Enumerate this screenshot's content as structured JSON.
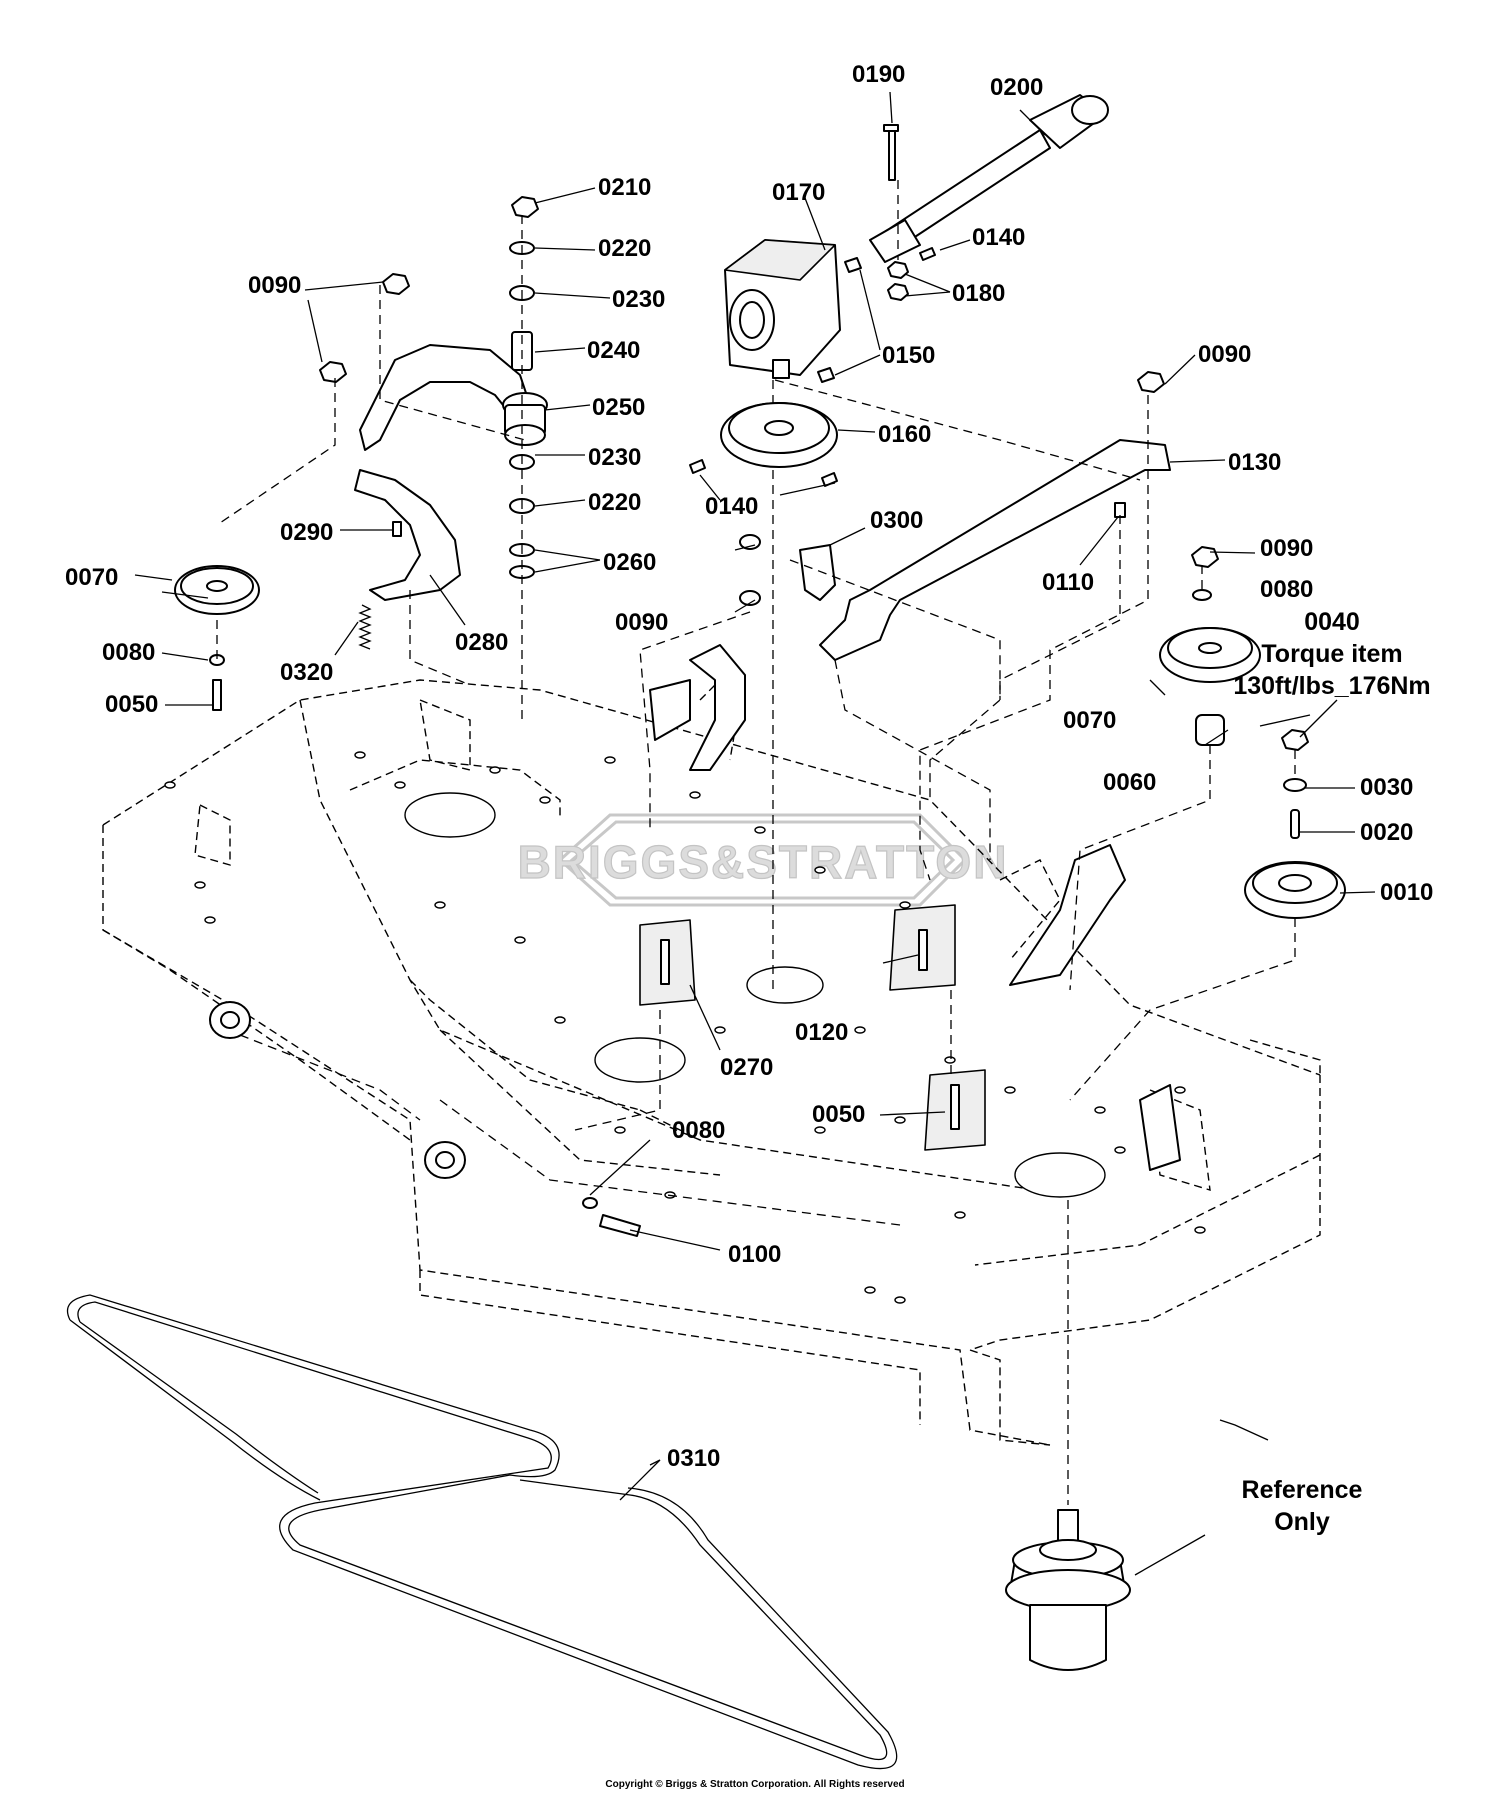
{
  "callouts": [
    {
      "id": "c0190",
      "text": "0190"
    },
    {
      "id": "c0200",
      "text": "0200"
    },
    {
      "id": "c0210",
      "text": "0210"
    },
    {
      "id": "c0170",
      "text": "0170"
    },
    {
      "id": "c0220a",
      "text": "0220"
    },
    {
      "id": "c0140a",
      "text": "0140"
    },
    {
      "id": "c0090a",
      "text": "0090"
    },
    {
      "id": "c0230a",
      "text": "0230"
    },
    {
      "id": "c0180",
      "text": "0180"
    },
    {
      "id": "c0240",
      "text": "0240"
    },
    {
      "id": "c0150",
      "text": "0150"
    },
    {
      "id": "c0090b",
      "text": "0090"
    },
    {
      "id": "c0250",
      "text": "0250"
    },
    {
      "id": "c0160",
      "text": "0160"
    },
    {
      "id": "c0230b",
      "text": "0230"
    },
    {
      "id": "c0130",
      "text": "0130"
    },
    {
      "id": "c0220b",
      "text": "0220"
    },
    {
      "id": "c0140b",
      "text": "0140"
    },
    {
      "id": "c0290",
      "text": "0290"
    },
    {
      "id": "c0300",
      "text": "0300"
    },
    {
      "id": "c0090c",
      "text": "0090"
    },
    {
      "id": "c0260",
      "text": "0260"
    },
    {
      "id": "c0070a",
      "text": "0070"
    },
    {
      "id": "c0110",
      "text": "0110"
    },
    {
      "id": "c0080a",
      "text": "0080"
    },
    {
      "id": "c0090d",
      "text": "0090"
    },
    {
      "id": "c0280",
      "text": "0280"
    },
    {
      "id": "c0080b",
      "text": "0080"
    },
    {
      "id": "c0320",
      "text": "0320"
    },
    {
      "id": "c0050a",
      "text": "0050"
    },
    {
      "id": "c0070b",
      "text": "0070"
    },
    {
      "id": "c0060",
      "text": "0060"
    },
    {
      "id": "c0030",
      "text": "0030"
    },
    {
      "id": "c0020",
      "text": "0020"
    },
    {
      "id": "c0010",
      "text": "0010"
    },
    {
      "id": "c0120",
      "text": "0120"
    },
    {
      "id": "c0270",
      "text": "0270"
    },
    {
      "id": "c0050b",
      "text": "0050"
    },
    {
      "id": "c0080c",
      "text": "0080"
    },
    {
      "id": "c0100",
      "text": "0100"
    },
    {
      "id": "c0310",
      "text": "0310"
    }
  ],
  "torque_note": {
    "item": "0040",
    "line1": "Torque item",
    "line2": "130ft/lbs_176Nm"
  },
  "reference_note": {
    "line1": "Reference",
    "line2": "Only"
  },
  "watermark": "BRIGGS&STRATTON",
  "copyright": "Copyright © Briggs & Stratton Corporation. All Rights reserved"
}
